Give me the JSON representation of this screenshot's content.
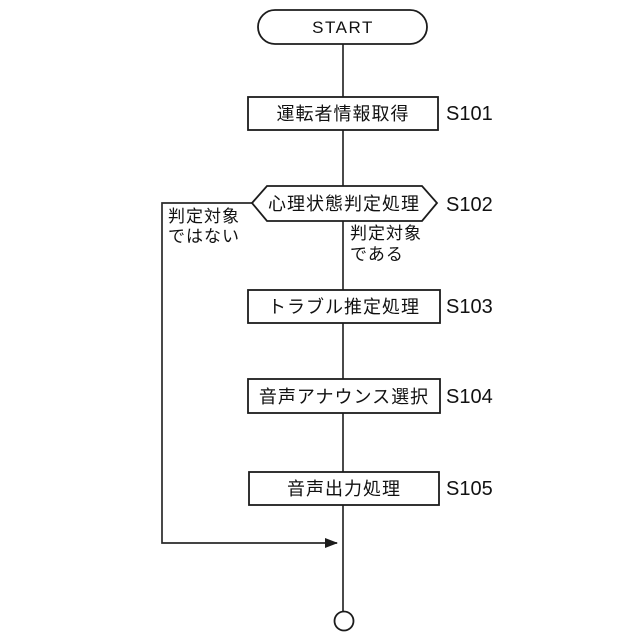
{
  "diagram": {
    "type": "flowchart",
    "start_label": "START",
    "nodes": [
      {
        "step": "S101",
        "label": "運転者情報取得",
        "type": "process"
      },
      {
        "step": "S102",
        "label": "心理状態判定処理",
        "type": "decision"
      },
      {
        "step": "S103",
        "label": "トラブル推定処理",
        "type": "process"
      },
      {
        "step": "S104",
        "label": "音声アナウンス選択",
        "type": "process"
      },
      {
        "step": "S105",
        "label": "音声出力処理",
        "type": "process"
      }
    ],
    "branch_no": {
      "line1": "判定対象",
      "line2": "ではない"
    },
    "branch_yes": {
      "line1": "判定対象",
      "line2": "である"
    },
    "terminal": {
      "kind": "circle",
      "label": ""
    },
    "colors": {
      "stroke": "#1c1c1c",
      "background": "#ffffff",
      "text": "#111111"
    }
  }
}
